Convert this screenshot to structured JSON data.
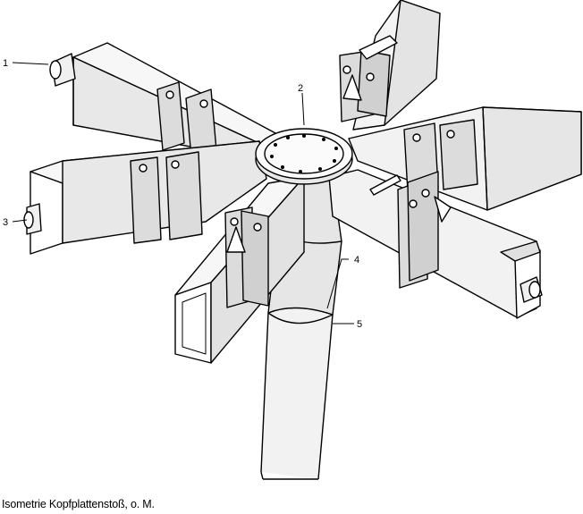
{
  "caption": "Isometrie Kopfplattenstoß, o. M.",
  "callouts": {
    "c1": "1",
    "c2": "2",
    "c3": "3",
    "c4": "4",
    "c5": "5"
  },
  "colors": {
    "ink": "#000000",
    "paper": "#ffffff",
    "tube_fill": "#eeeeee",
    "side_fill": "#d8d8d8",
    "top_fill": "#f7f7f7"
  }
}
